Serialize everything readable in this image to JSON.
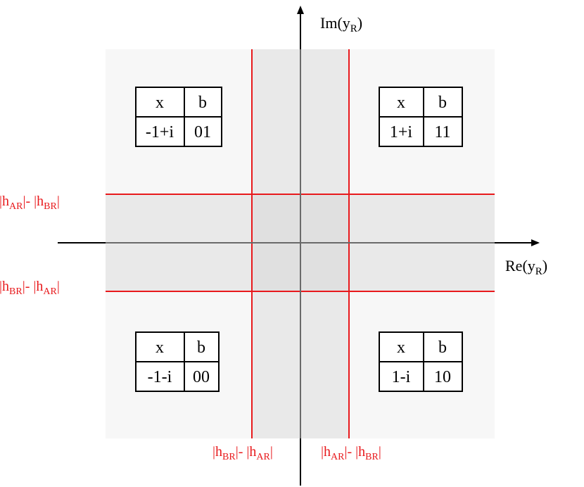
{
  "colors": {
    "outer_region": "#f7f7f7",
    "band": "#e9e9e9",
    "center": "#e0e0e0",
    "threshold": "#e8191c",
    "axis": "#000000",
    "table_border": "#000000"
  },
  "axes": {
    "x_label": {
      "main": "Re(y",
      "sub": "R",
      "close": ")"
    },
    "y_label": {
      "main": "Im(y",
      "sub": "R",
      "close": ")"
    }
  },
  "thresholds": {
    "left_top": {
      "a": "|h",
      "a_sub": "AR",
      "b": "|- |h",
      "b_sub": "BR",
      "c": "|"
    },
    "left_bottom": {
      "a": "|h",
      "a_sub": "BR",
      "b": "|- |h",
      "b_sub": "AR",
      "c": "|"
    },
    "bottom_left": {
      "a": "|h",
      "a_sub": "BR",
      "b": "|- |h",
      "b_sub": "AR",
      "c": "|"
    },
    "bottom_right": {
      "a": "|h",
      "a_sub": "AR",
      "b": "|- |h",
      "b_sub": "BR",
      "c": "|"
    }
  },
  "tables": {
    "header_x": "x",
    "header_b": "b",
    "top_left": {
      "x": "-1+i",
      "b": "01"
    },
    "top_right": {
      "x": "1+i",
      "b": "11"
    },
    "bottom_left": {
      "x": "-1-i",
      "b": "00"
    },
    "bottom_right": {
      "x": "1-i",
      "b": "10"
    }
  }
}
